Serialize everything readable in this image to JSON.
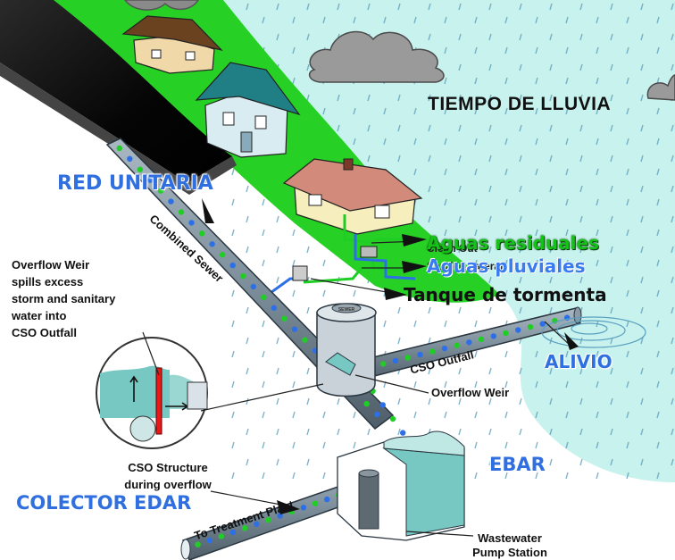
{
  "labels": {
    "weather_title": "TIEMPO DE LLUVIA",
    "red_unitaria": "RED UNITARIA",
    "combined_sewer": "Combined Sewer",
    "aguas_residuales": "Aguas residuales",
    "aguas_pluviales": "Aguas pluviales",
    "tanque_tormenta": "Tanque de tormenta",
    "clean_out": "Clean Out",
    "service_lateral": "Service Lateral",
    "overflow_weir_note": [
      "Overflow Weir",
      "spills excess",
      "storm and sanitary",
      "water into",
      "CSO Outfall"
    ],
    "cso_outfall": "CSO Outfall",
    "overflow_weir": "Overflow Weir",
    "alivio": "ALIVIO",
    "cso_structure": [
      "CSO Structure",
      "during overflow"
    ],
    "ebar": "EBAR",
    "colector_edar": "COLECTOR EDAR",
    "to_treatment_plant": "To Treatment Plant",
    "wastewater_pump_station": [
      "Wastewater",
      "Pump Station"
    ],
    "sewer_lid": "SEWER"
  },
  "colors": {
    "sky": "#c8f2ee",
    "grass": "#27d024",
    "road": "#0a0a0a",
    "ground": "#ffffff",
    "pipe": "#7a8c98",
    "water": "#77c7c2",
    "sanitary_line": "#1fce24",
    "storm_line": "#2d6fe6",
    "weir": "#e81919",
    "accent_blue": "#2f6fe0",
    "accent_green": "#16c21a"
  },
  "icons": {
    "houses": [
      "house-icon",
      "house-icon",
      "house-icon"
    ],
    "clouds": [
      "cloud-icon",
      "cloud-icon",
      "cloud-icon"
    ]
  }
}
